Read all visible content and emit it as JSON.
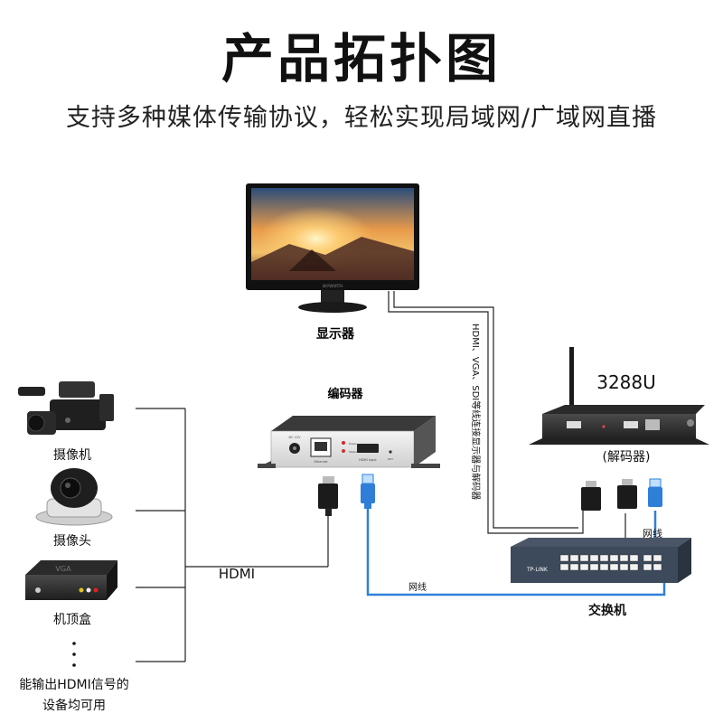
{
  "header": {
    "title": "产品拓扑图",
    "subtitle": "支持多种媒体传输协议，轻松实现局域网/广域网直播"
  },
  "devices": {
    "monitor": "显示器",
    "encoder": "编码器",
    "decoder_model": "3288U",
    "decoder": "(解码器)",
    "switch": "交换机",
    "camcorder": "摄像机",
    "camera": "摄像头",
    "settop": "机顶盒",
    "any_device_line1": "能输出HDMI信号的",
    "any_device_line2": "设备均可用"
  },
  "cables": {
    "hdmi": "HDMI",
    "lan_bottom": "网线",
    "lan_right": "网线",
    "display_cable": "HDMI、VGA、SDI等线连接显示器与解码器"
  },
  "device_text": {
    "switch_brand": "TP-LINK",
    "monitor_brand": "SKYWORTH",
    "encoder_port_dc": "DC 12V",
    "encoder_port_eth": "Ethernet",
    "encoder_port_hdmi": "HDMI Input",
    "encoder_led_power": "Power",
    "encoder_led_status": "Status",
    "encoder_rst": "RST",
    "settop_brand": "VGA"
  },
  "colors": {
    "lan_blue": "#2f7fd8",
    "device_dark": "#2b2b2b",
    "encoder_silver": "#e9e9e9",
    "switch_blue": "#3d4a5c"
  }
}
